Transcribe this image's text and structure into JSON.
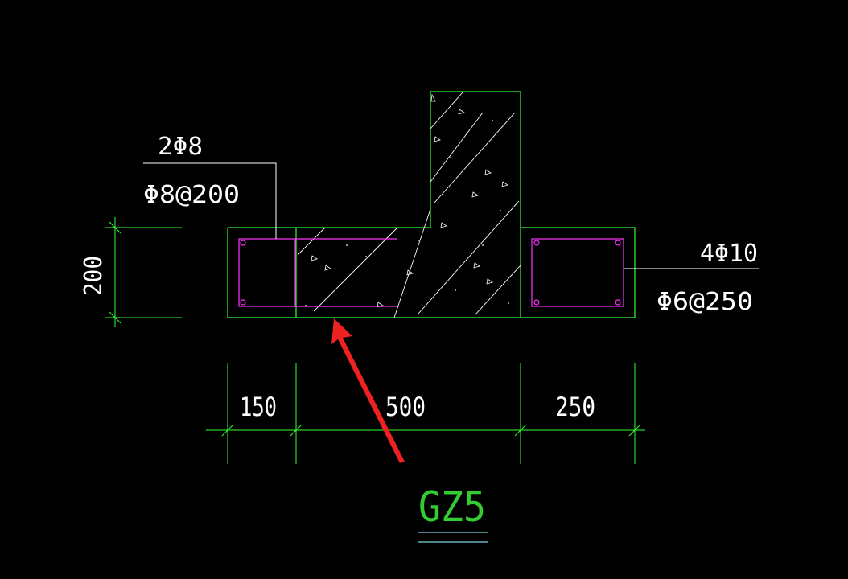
{
  "colors": {
    "background": "#000000",
    "outline": "#33ff33",
    "rebar": "#ff33ff",
    "text": "#ffffff",
    "dimension": "#33ff33",
    "hatch": "#ffffff",
    "arrow": "#ee2222",
    "title": "#33cc33",
    "title_underline": "#7fd3e0"
  },
  "labels": {
    "left_longitudinal": "2Φ8",
    "left_stirrup": "Φ8@200",
    "right_longitudinal": "4Φ10",
    "right_stirrup": "Φ6@250"
  },
  "dimensions": {
    "height": "200",
    "seg1": "150",
    "seg2": "500",
    "seg3": "250"
  },
  "title": "GZ5",
  "icons": {
    "arrow": "red-pointer-arrow-icon"
  }
}
